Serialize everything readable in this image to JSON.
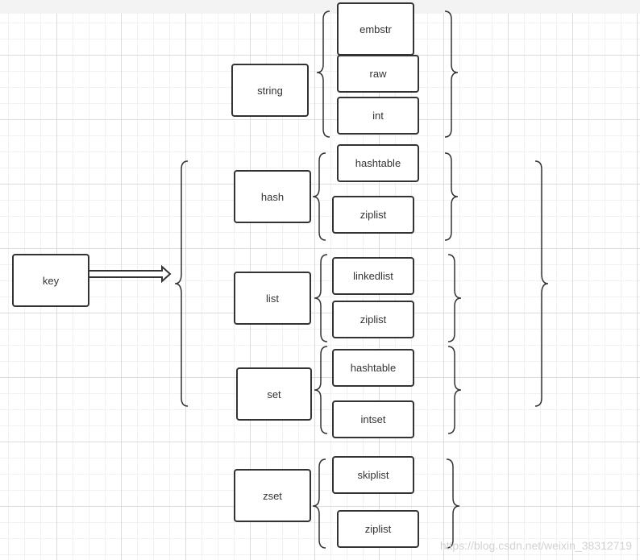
{
  "root": {
    "label": "key"
  },
  "types": [
    {
      "label": "string",
      "encodings": [
        "embstr",
        "raw",
        "int"
      ]
    },
    {
      "label": "hash",
      "encodings": [
        "hashtable",
        "ziplist"
      ]
    },
    {
      "label": "list",
      "encodings": [
        "linkedlist",
        "ziplist"
      ]
    },
    {
      "label": "set",
      "encodings": [
        "hashtable",
        "intset"
      ]
    },
    {
      "label": "zset",
      "encodings": [
        "skiplist",
        "ziplist"
      ]
    }
  ],
  "watermark": "https://blog.csdn.net/weixin_38312719"
}
